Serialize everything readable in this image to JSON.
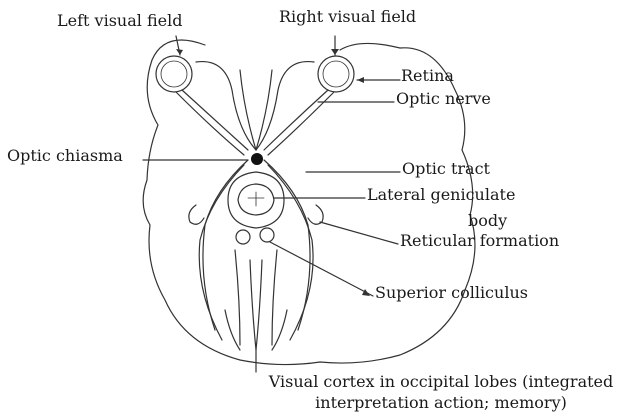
{
  "diagram": {
    "labels": {
      "left_visual_field": "Left visual field",
      "right_visual_field": "Right visual field",
      "retina": "Retina",
      "optic_nerve": "Optic nerve",
      "optic_chiasma": "Optic chiasma",
      "optic_tract": "Optic tract",
      "lateral_geniculate_line1": "Lateral geniculate",
      "lateral_geniculate_line2": "body",
      "reticular_formation": "Reticular formation",
      "superior_colliculus": "Superior colliculus",
      "visual_cortex_line1": "Visual cortex in occipital lobes (integrated",
      "visual_cortex_line2": "interpretation action; memory)"
    }
  }
}
